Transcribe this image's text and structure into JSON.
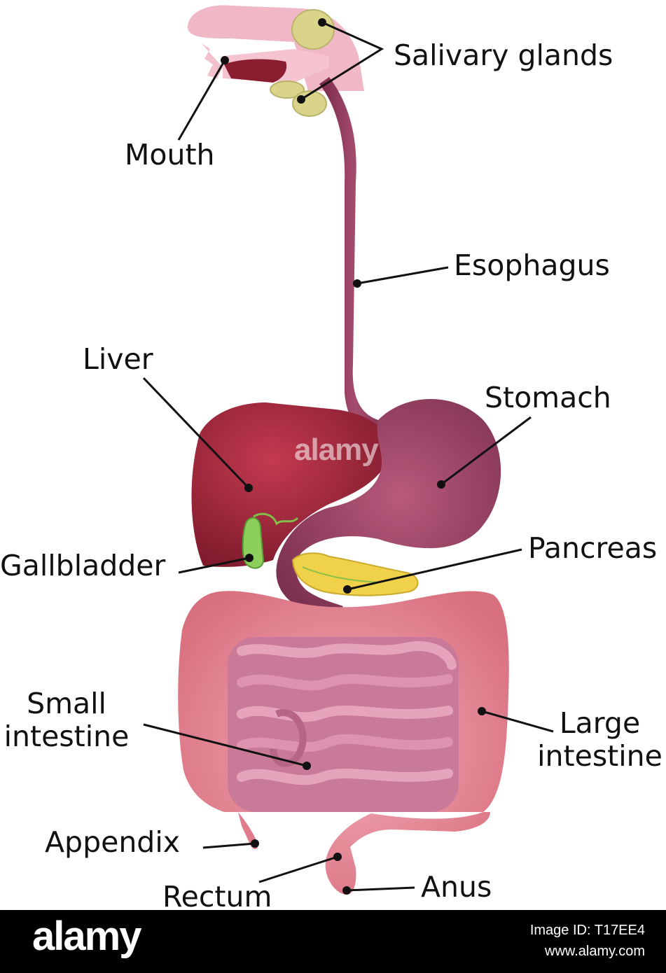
{
  "labels": {
    "salivary_glands": "Salivary glands",
    "mouth": "Mouth",
    "esophagus": "Esophagus",
    "liver": "Liver",
    "stomach": "Stomach",
    "gallbladder": "Gallbladder",
    "pancreas": "Pancreas",
    "small_intestine_line1": "Small",
    "small_intestine_line2": "intestine",
    "large_intestine_line1": "Large",
    "large_intestine_line2": "intestine",
    "appendix": "Appendix",
    "rectum": "Rectum",
    "anus": "Anus"
  },
  "watermark": "alamy",
  "footer": {
    "brand": "alamy",
    "image_id": "Image ID: T17EE4",
    "site": "www.alamy.com"
  },
  "colors": {
    "esophagus": "#8e3b58",
    "stomach": "#a04868",
    "liver": "#9a2438",
    "gallbladder": "#8ccf5a",
    "pancreas": "#f0d24a",
    "large_intestine": "#e98c9a",
    "small_intestine": "#c97a98",
    "salivary_glands": "#d9d48a",
    "mouth_pink": "#ecaebf"
  },
  "icons": [
    "digestive-system-illustration"
  ]
}
